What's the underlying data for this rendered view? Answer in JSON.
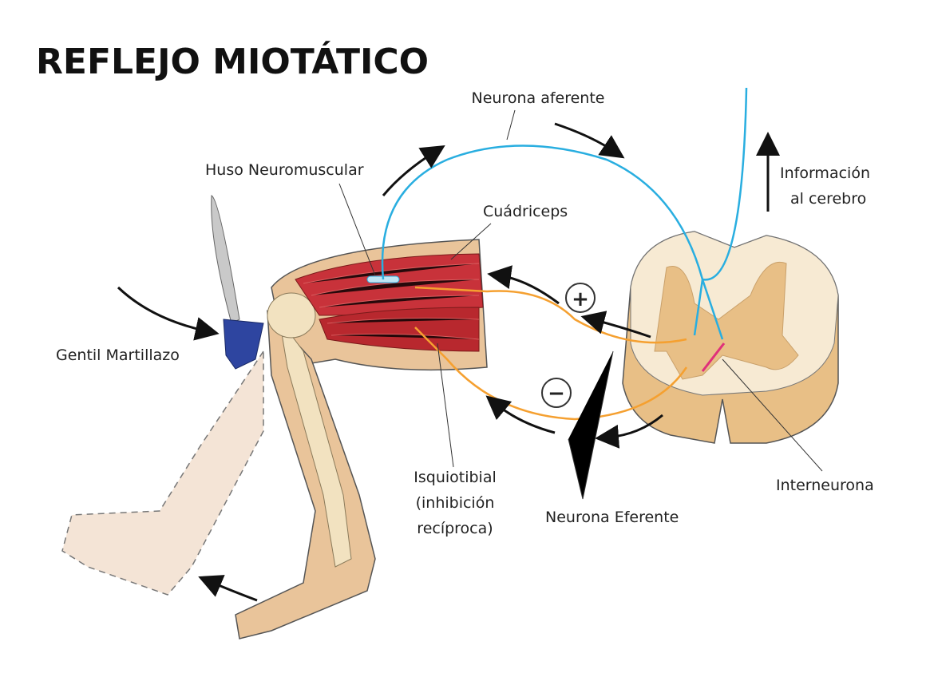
{
  "title": "REFLEJO MIOTÁTICO",
  "labels": {
    "afferent": "Neurona aferente",
    "spindle": "Huso Neuromuscular",
    "quadriceps": "Cuádriceps",
    "brain_info_1": "Información",
    "brain_info_2": "al cerebro",
    "hammer": "Gentil Martillazo",
    "hamstring_1": "Isquiotibial",
    "hamstring_2": "(inhibición",
    "hamstring_3": "recíproca)",
    "efferent": "Neurona Eferente",
    "interneuron": "Interneurona"
  },
  "signs": {
    "excitation": "+",
    "inhibition": "−"
  },
  "colors": {
    "afferent": "#29aee0",
    "efferent": "#f5a030",
    "interneuron": "#e0307a",
    "muscle": "#c8323a",
    "skin": "#e9c49a",
    "cord_white": "#f7ead3",
    "cord_grey": "#e8bf86",
    "hammer": "#2e45a0"
  }
}
